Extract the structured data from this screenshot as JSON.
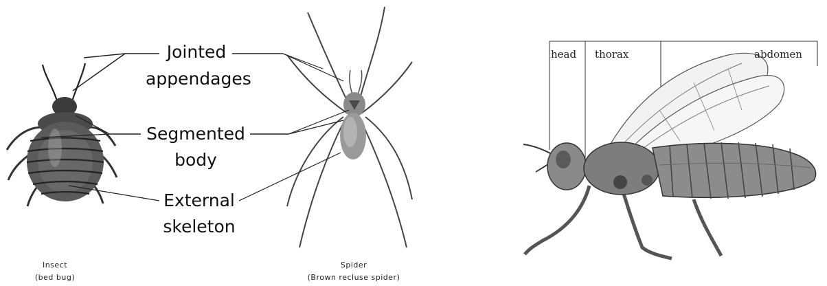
{
  "left_panel": {
    "labels": {
      "jointed_1": "Jointed",
      "jointed_2": "appendages",
      "segmented_1": "Segmented",
      "segmented_2": "body",
      "external_1": "External",
      "external_2": "skeleton"
    },
    "captions": {
      "insect_1": "Insect",
      "insect_2": "(bed bug)",
      "spider_1": "Spider",
      "spider_2": "(Brown recluse spider)"
    }
  },
  "right_panel": {
    "segments": {
      "head": "head",
      "thorax": "thorax",
      "abdomen": "abdomen"
    }
  }
}
